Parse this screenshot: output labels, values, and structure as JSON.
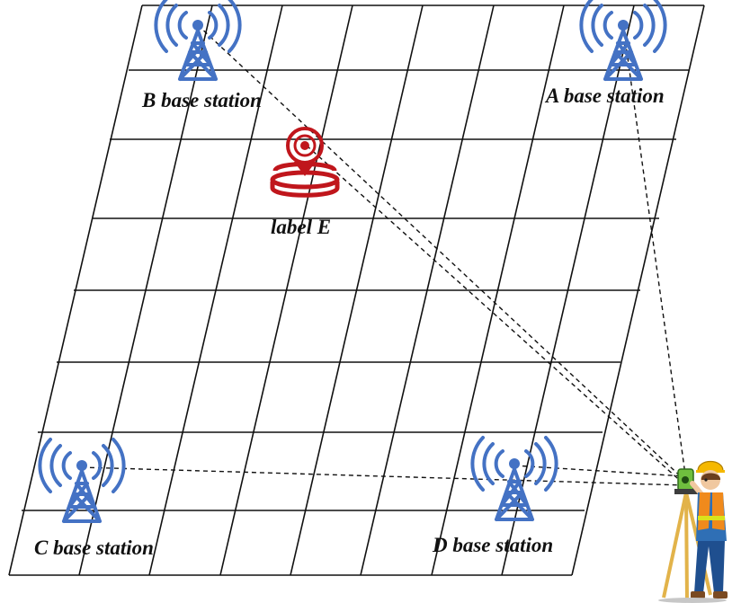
{
  "labels": {
    "A": "A base station",
    "B": "B base station",
    "C": "C base station",
    "D": "D base station",
    "E": "label E"
  },
  "colors": {
    "tower": "#4472c4",
    "label_marker": "#c0161c",
    "grid": "#111111"
  },
  "icons": [
    "antenna-tower-icon",
    "location-pin-icon",
    "surveyor-icon"
  ]
}
